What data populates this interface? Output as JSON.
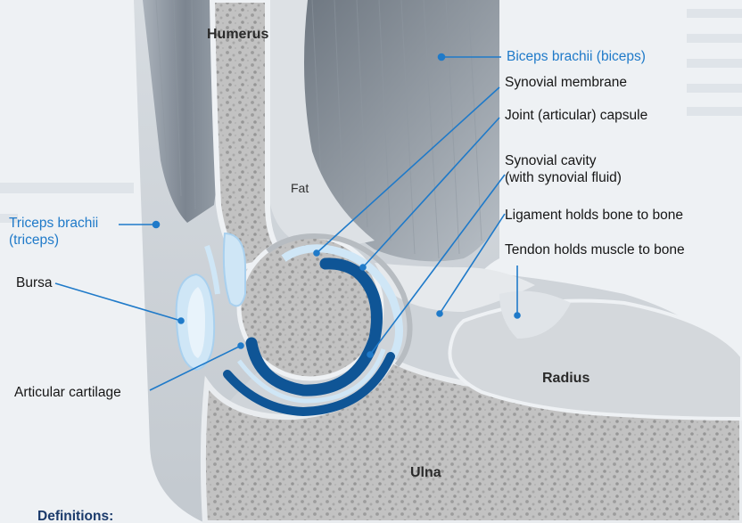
{
  "labels": {
    "humerus": "Humerus",
    "fat": "Fat",
    "radius": "Radius",
    "ulna": "Ulna",
    "biceps": "Biceps brachii (biceps)",
    "synovial_membrane": "Synovial membrane",
    "joint_capsule": "Joint (articular) capsule",
    "synovial_cavity_1": "Synovial cavity",
    "synovial_cavity_2": "(with synovial fluid)",
    "ligament": "Ligament holds bone to bone",
    "tendon": "Tendon holds muscle to bone",
    "triceps_1": "Triceps brachii",
    "triceps_2": "(triceps)",
    "bursa": "Bursa",
    "articular_cartilage": "Articular cartilage"
  },
  "footer": {
    "definitions": "Definitions:"
  },
  "colors": {
    "label_blue": "#1f7ac9",
    "cartilage_dark": "#0f5596",
    "membrane_light": "#cfe6f6"
  }
}
